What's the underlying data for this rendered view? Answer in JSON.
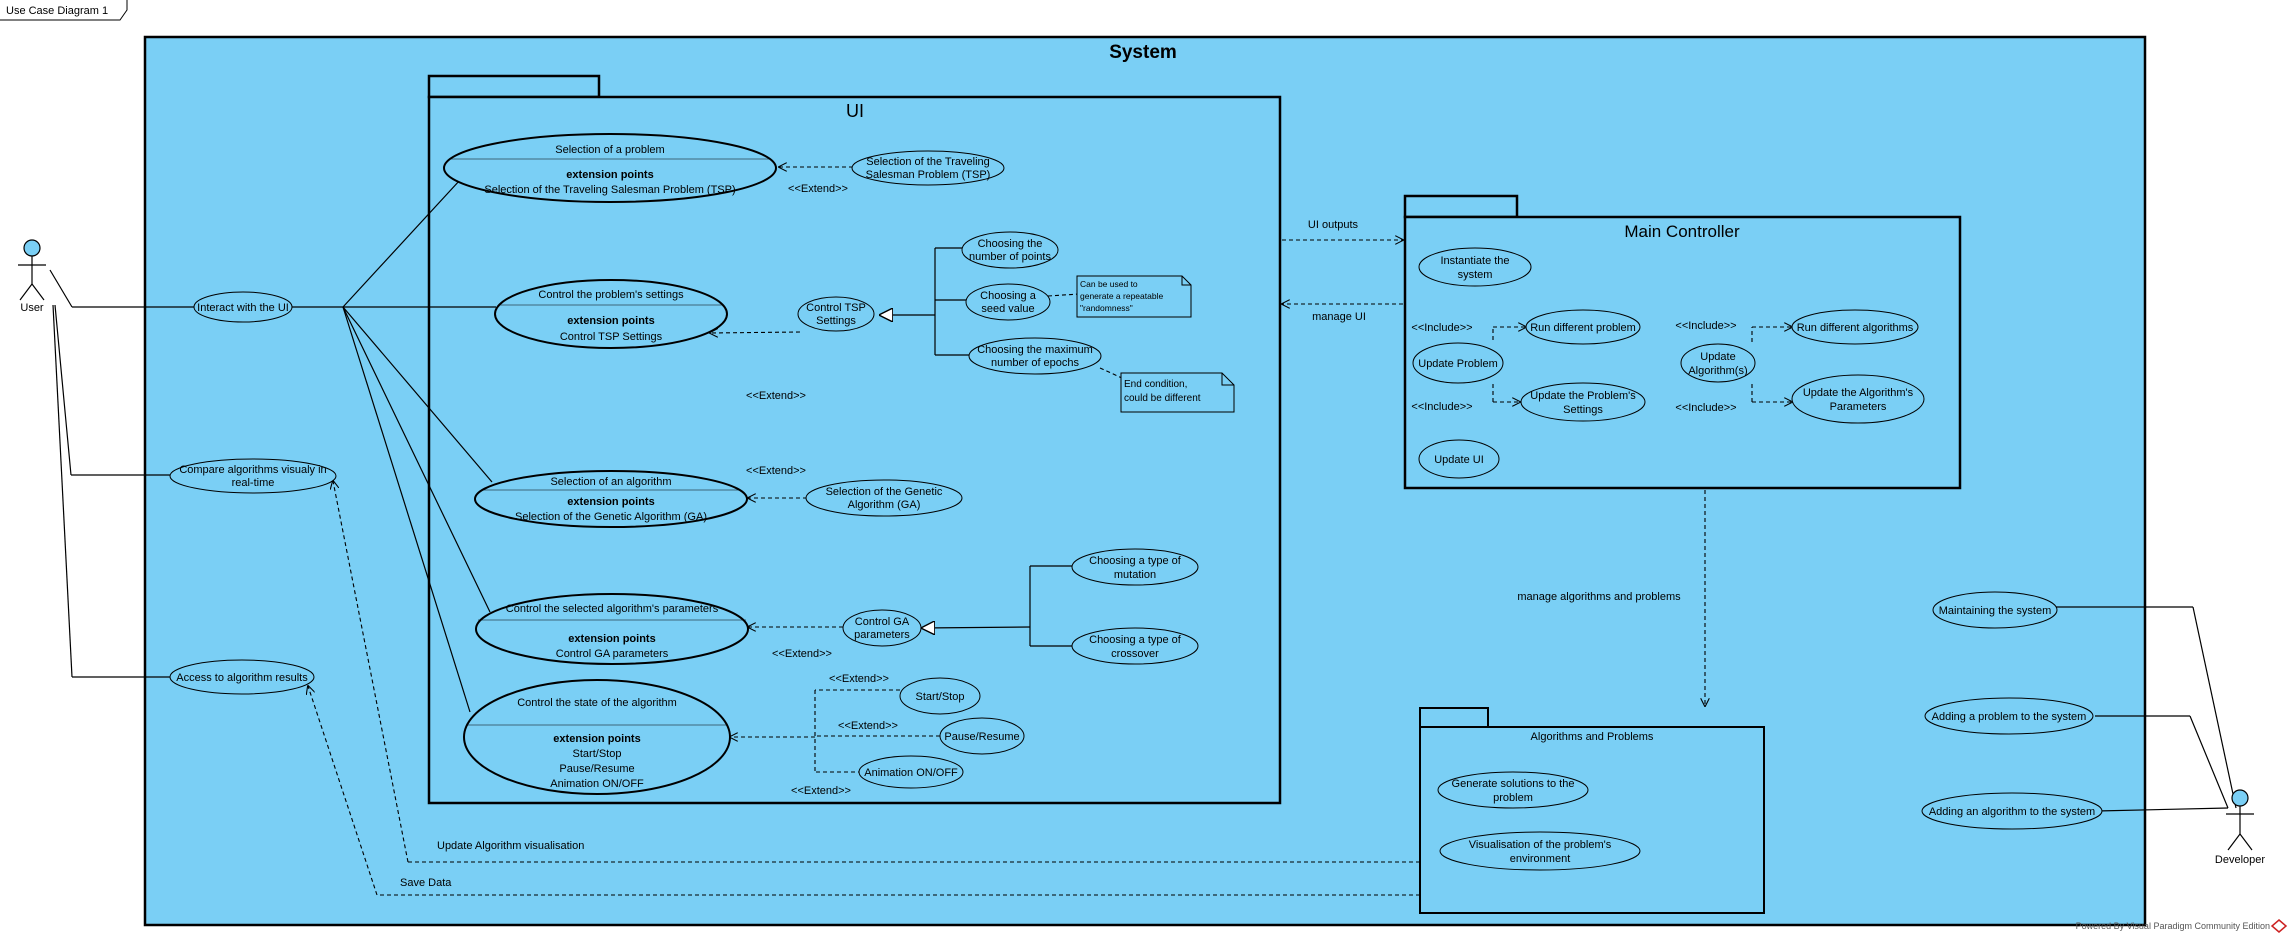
{
  "diagram_tab": "Use Case Diagram 1",
  "system": {
    "title": "System"
  },
  "ui_package": {
    "title": "UI"
  },
  "main_controller": {
    "title": "Main Controller"
  },
  "algorithms_package": {
    "title": "Algorithms and Problems"
  },
  "actors": {
    "user": "User",
    "developer": "Developer"
  },
  "user_cases": {
    "interact": "Interact with the UI",
    "compare_1": "Compare algorithms visualy in",
    "compare_2": "real-time",
    "access": "Access to algorithm results"
  },
  "dev_cases": {
    "maintain": "Maintaining the system",
    "add_problem": "Adding a problem to the system",
    "add_algorithm": "Adding an algorithm to the system"
  },
  "ui_cases": {
    "sel_problem": {
      "name": "Selection of a problem",
      "ext_title": "extension points",
      "ext": "Selection of the Traveling Salesman Problem (TSP)"
    },
    "ctrl_problem": {
      "name": "Control the problem's settings",
      "ext_title": "extension points",
      "ext": "Control TSP Settings"
    },
    "sel_algo": {
      "name": "Selection of an algorithm",
      "ext_title": "extension points",
      "ext": "Selection of the Genetic Algorithm (GA)"
    },
    "ctrl_algo": {
      "name": "Control the selected algorithm's parameters",
      "ext_title": "extension points",
      "ext": "Control GA parameters"
    },
    "ctrl_state": {
      "name": "Control the state of the algorithm",
      "ext_title": "extension points",
      "ext_1": "Start/Stop",
      "ext_2": "Pause/Resume",
      "ext_3": "Animation ON/OFF"
    },
    "sel_tsp_1": "Selection of the Traveling",
    "sel_tsp_2": "Salesman Problem (TSP)",
    "ctrl_tsp_1": "Control TSP",
    "ctrl_tsp_2": "Settings",
    "points_1": "Choosing the",
    "points_2": "number of points",
    "seed_1": "Choosing a",
    "seed_2": "seed value",
    "epochs_1": "Choosing the maximum",
    "epochs_2": "number of epochs",
    "sel_ga_1": "Selection of the Genetic",
    "sel_ga_2": "Algorithm (GA)",
    "ctrl_ga_1": "Control GA",
    "ctrl_ga_2": "parameters",
    "mutation_1": "Choosing a type of",
    "mutation_2": "mutation",
    "crossover_1": "Choosing a type of",
    "crossover_2": "crossover",
    "start_stop": "Start/Stop",
    "pause_resume": "Pause/Resume",
    "animation": "Animation ON/OFF"
  },
  "notes": {
    "seed_1": "Can be used to",
    "seed_2": "generate a repeatable",
    "seed_3": "\"randomness\"",
    "epochs_1": "End condition,",
    "epochs_2": "could be different"
  },
  "mc_cases": {
    "instantiate_1": "Instantiate the",
    "instantiate_2": "system",
    "update_problem": "Update Problem",
    "run_problem": "Run different problem",
    "update_settings_1": "Update the Problem's",
    "update_settings_2": "Settings",
    "update_algos_1": "Update",
    "update_algos_2": "Algorithm(s)",
    "run_algos": "Run different algorithms",
    "update_params_1": "Update the Algorithm's",
    "update_params_2": "Parameters",
    "update_ui": "Update UI"
  },
  "ap_cases": {
    "generate_1": "Generate solutions to the",
    "generate_2": "problem",
    "visualisation_1": "Visualisation of the problem's",
    "visualisation_2": "environment"
  },
  "labels": {
    "extend": "<<Extend>>",
    "include": "<<Include>>",
    "ui_outputs": "UI outputs",
    "manage_ui": "manage UI",
    "manage_algos": "manage algorithms and problems",
    "update_vis": "Update Algorithm visualisation",
    "save_data": "Save Data"
  },
  "watermark": "Powered By Visual Paradigm Community Edition",
  "colors": {
    "fill": "#7acff5",
    "stroke": "#000000"
  }
}
